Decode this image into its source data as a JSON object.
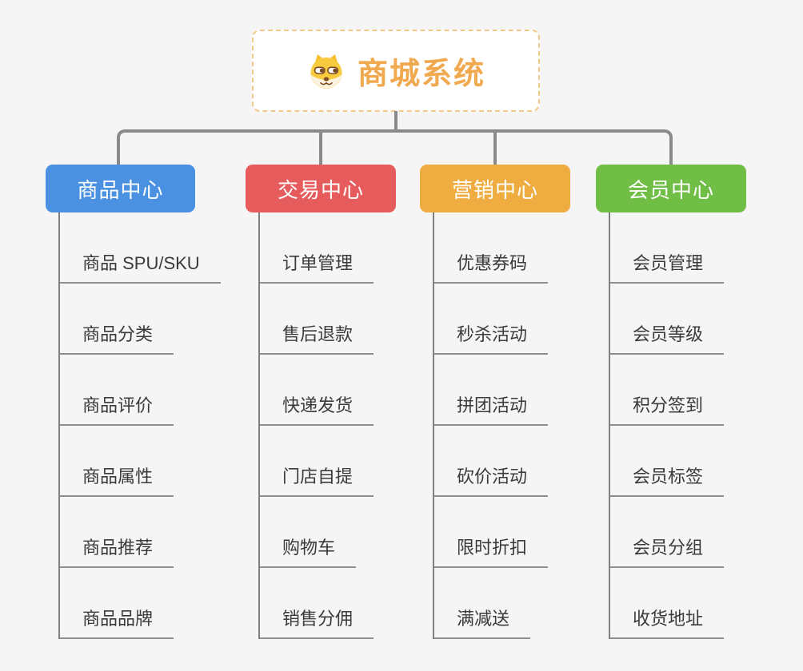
{
  "root": {
    "title": "商城系统",
    "icon": "dog-face-icon",
    "text_color": "#f0a94e",
    "border_color": "#f2c988",
    "background": "#ffffff"
  },
  "colors": {
    "canvas_background": "#f5f5f5",
    "connector": "#8a8a8a",
    "trunk_line": "#7f7f7f",
    "leaf_underline": "#8f8f8f",
    "leaf_text": "#3a3a3a"
  },
  "branches": [
    {
      "label": "商品中心",
      "color": "#4b91e2",
      "items": [
        "商品 SPU/SKU",
        "商品分类",
        "商品评价",
        "商品属性",
        "商品推荐",
        "商品品牌"
      ]
    },
    {
      "label": "交易中心",
      "color": "#e65c5c",
      "items": [
        "订单管理",
        "售后退款",
        "快递发货",
        "门店自提",
        "购物车",
        "销售分佣"
      ]
    },
    {
      "label": "营销中心",
      "color": "#efad41",
      "items": [
        "优惠券码",
        "秒杀活动",
        "拼团活动",
        "砍价活动",
        "限时折扣",
        "满减送"
      ]
    },
    {
      "label": "会员中心",
      "color": "#70be46",
      "items": [
        "会员管理",
        "会员等级",
        "积分签到",
        "会员标签",
        "会员分组",
        "收货地址"
      ]
    }
  ]
}
